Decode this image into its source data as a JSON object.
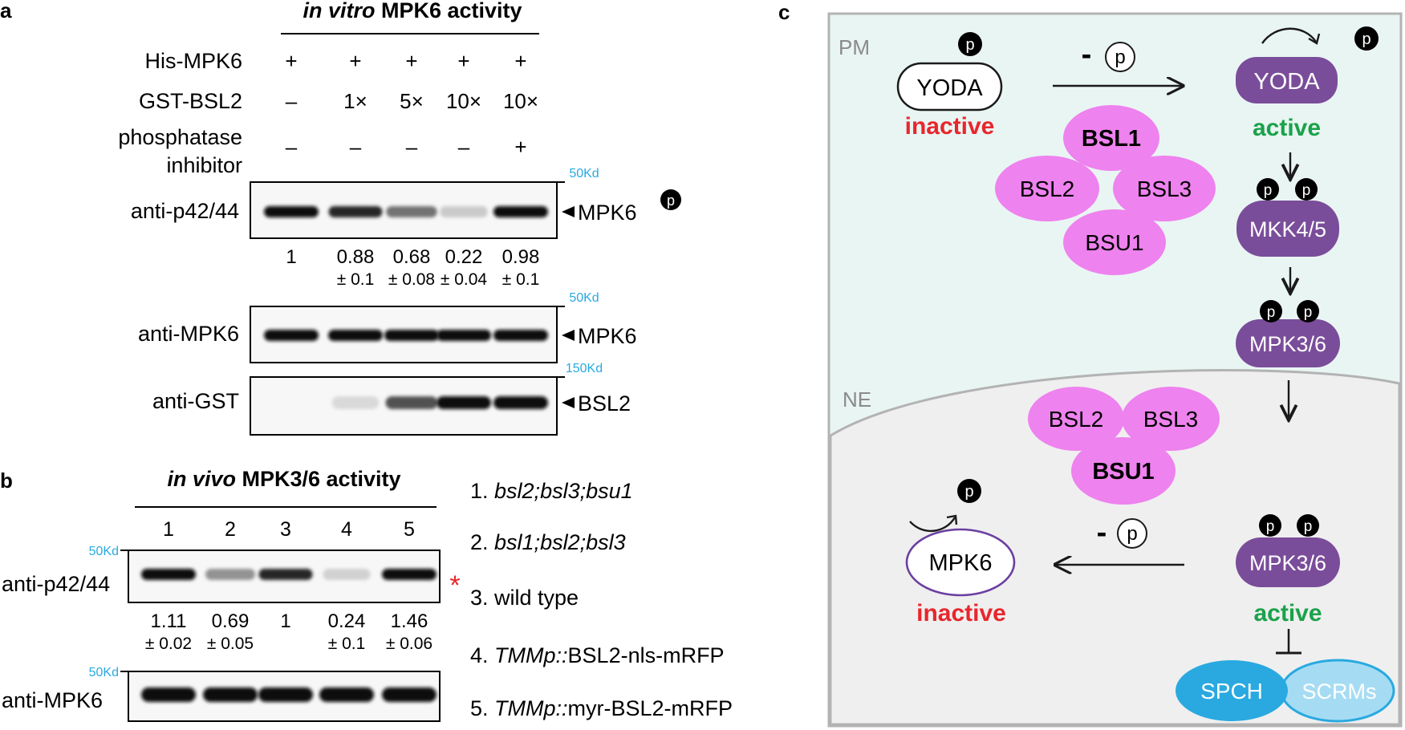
{
  "panel_a": {
    "label": "a",
    "title_italic": "in vitro",
    "title_rest": " MPK6 activity",
    "conditions": [
      {
        "name": "His-MPK6",
        "values": [
          "+",
          "+",
          "+",
          "+",
          "+"
        ]
      },
      {
        "name": "GST-BSL2",
        "values": [
          "–",
          "1×",
          "5×",
          "10×",
          "10×"
        ]
      },
      {
        "name_line1": "phosphatase",
        "name_line2": "inhibitor",
        "values": [
          "–",
          "–",
          "–",
          "–",
          "+"
        ]
      }
    ],
    "blots": [
      {
        "antibody": "anti-p42/44",
        "marker": "50Kd",
        "band_label": "MPK6",
        "intensities": [
          1,
          0.9,
          0.55,
          0.15,
          1
        ]
      },
      {
        "antibody": "anti-MPK6",
        "marker": "50Kd",
        "band_label": "MPK6",
        "intensities": [
          1,
          1,
          1,
          1,
          1
        ]
      },
      {
        "antibody": "anti-GST",
        "marker": "150Kd",
        "band_label": "BSL2",
        "intensities": [
          0,
          0.08,
          0.7,
          1,
          1
        ]
      }
    ],
    "quant_means": [
      "1",
      "0.88",
      "0.68",
      "0.22",
      "0.98"
    ],
    "quant_sds": [
      "",
      "± 0.1",
      "± 0.08",
      "± 0.04",
      "± 0.1"
    ],
    "phospho": "p"
  },
  "panel_b": {
    "label": "b",
    "title_italic": "in vivo",
    "title_rest": " MPK3/6 activity",
    "lanes": [
      "1",
      "2",
      "3",
      "4",
      "5"
    ],
    "blots": [
      {
        "antibody": "anti-p42/44",
        "marker": "50Kd",
        "intensities": [
          1,
          0.4,
          0.9,
          0.12,
          1
        ]
      },
      {
        "antibody": "anti-MPK6",
        "marker": "50Kd",
        "intensities": [
          1,
          1,
          1,
          1,
          1
        ]
      }
    ],
    "asterisk": "*",
    "quant_means": [
      "1.11",
      "0.69",
      "1",
      "0.24",
      "1.46"
    ],
    "quant_sds": [
      "± 0.02",
      "± 0.05",
      "",
      "± 0.1",
      "± 0.06"
    ],
    "legend": [
      {
        "num": "1.",
        "italic": "bsl2;bsl3;bsu1",
        "rest": ""
      },
      {
        "num": "2.",
        "italic": "bsl1;bsl2;bsl3",
        "rest": ""
      },
      {
        "num": "3.",
        "italic": "",
        "rest": "wild type"
      },
      {
        "num": "4.",
        "italic": "TMMp::",
        "rest": "BSL2-nls-mRFP"
      },
      {
        "num": "5.",
        "italic": "TMMp::",
        "rest": "myr-BSL2-mRFP"
      }
    ]
  },
  "panel_c": {
    "label": "c",
    "pm": "PM",
    "ne": "NE",
    "p": "p",
    "minus": "-",
    "yoda_inactive": "YODA",
    "yoda_active": "YODA",
    "inactive": "inactive",
    "active": "active",
    "bsl_cluster_top": [
      "BSL1",
      "BSL2",
      "BSL3",
      "BSU1"
    ],
    "bsl_cluster_bottom": [
      "BSL2",
      "BSL3",
      "BSU1"
    ],
    "mkk": "MKK4/5",
    "mpk36": "MPK3/6",
    "mpk6": "MPK6",
    "spch": "SPCH",
    "scrms": "SCRMs"
  },
  "colors": {
    "red": "#e8262c",
    "green": "#1aa24a",
    "purple": "#7a4d9a",
    "pink": "#ee82ee",
    "blue": "#29a9e0",
    "light_blue": "#a6dcf3",
    "marker_blue": "#29a9e0",
    "pm_bg": "#e9f5f3",
    "ne_bg": "#efefef"
  }
}
